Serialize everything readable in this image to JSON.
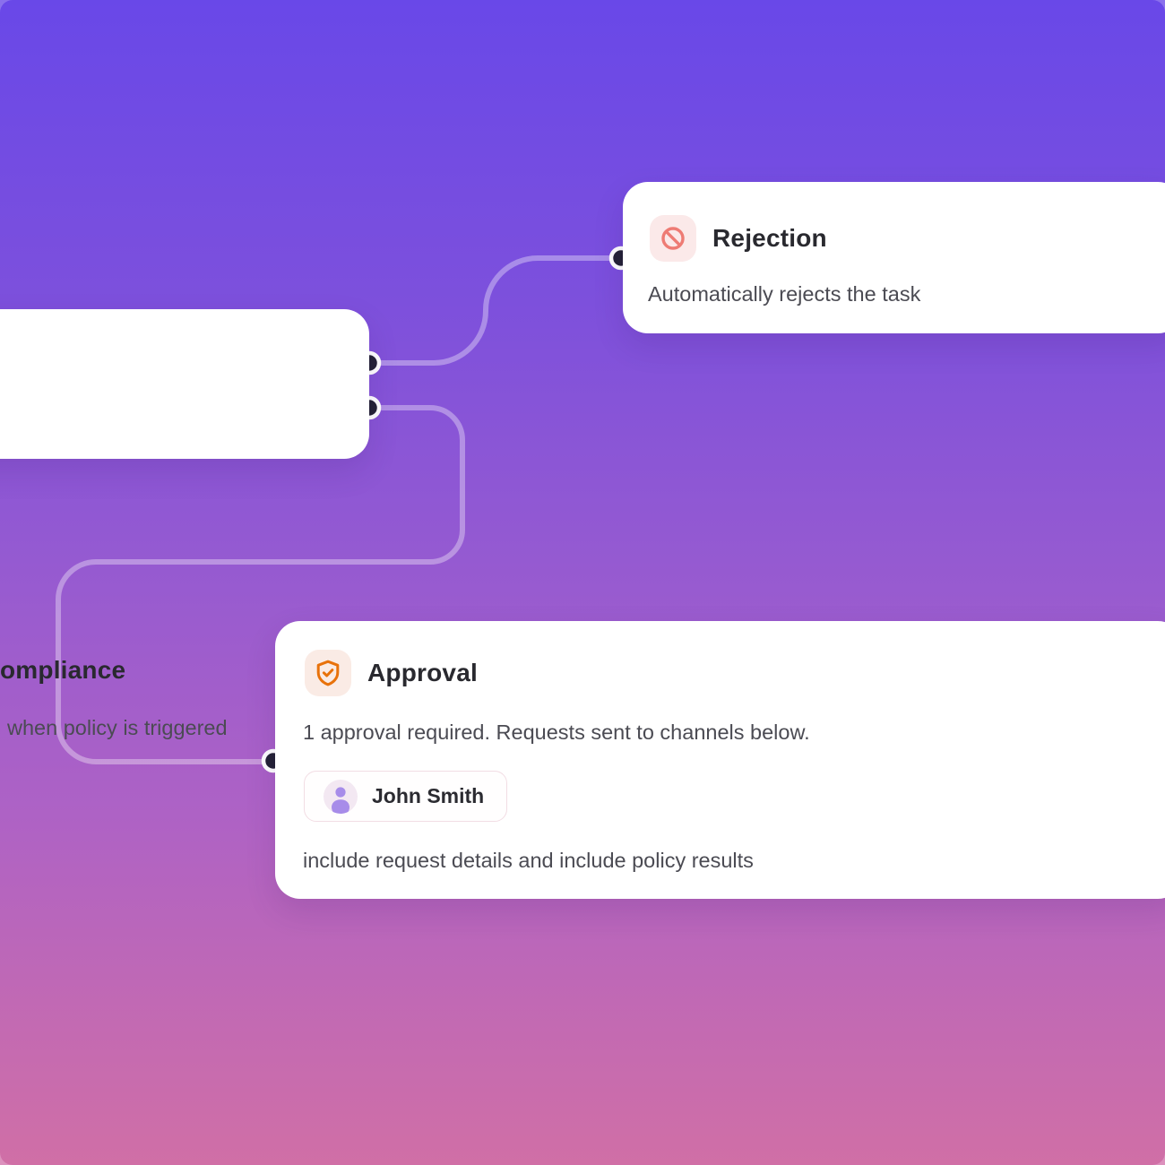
{
  "background": {
    "gradient_top": "#6948e8",
    "gradient_middle": "#955ad1",
    "gradient_bottom": "#d06fa6"
  },
  "connectors": {
    "edge_color": "rgba(255,255,255,0.35)",
    "port_dot_color": "#232135",
    "port_dot_ring": "#ffffff"
  },
  "nodes": {
    "compliance": {
      "title": "ompliance",
      "description": "when policy is triggered"
    },
    "rejection": {
      "title": "Rejection",
      "description": "Automatically rejects the task",
      "icon": "prohibition-icon",
      "icon_color": "#ee7b74",
      "icon_bg": "#fbe9e9"
    },
    "approval": {
      "title": "Approval",
      "description": "1 approval required. Requests sent to channels below.",
      "details": "include request details and include policy results",
      "approver": {
        "name": "John Smith",
        "icon": "person-icon",
        "icon_color": "#a78ce9"
      },
      "icon": "shield-check-icon",
      "icon_color": "#e8720b",
      "icon_bg": "#faebe5"
    }
  }
}
